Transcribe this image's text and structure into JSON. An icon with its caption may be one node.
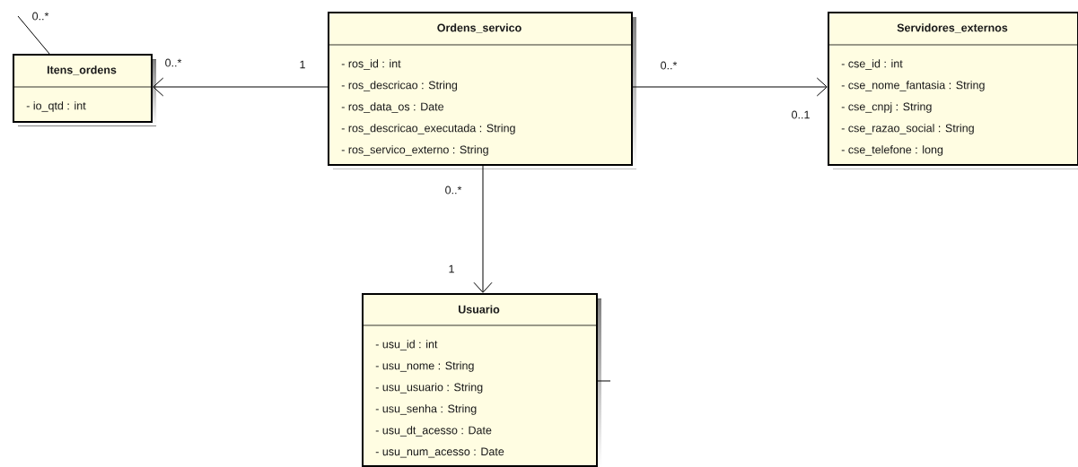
{
  "diagram": {
    "nodes": [
      {
        "text": [
          "Itens_ordens",
          "- io_qtd : int"
        ]
      },
      {
        "text": [
          "Ordens_servico",
          "- ros_id : int",
          "- ros_descricao : String",
          "- ros_data_os : Date",
          "- ros_descricao_executada : String",
          "- ros_servico_externo : String"
        ]
      },
      {
        "text": [
          "Servidores_externos",
          "- cse_id : int",
          "- cse_nome_fantasia : String",
          "- cse_cnpj : String",
          "- cse_razao_social : String",
          "- cse_telefone : long"
        ]
      },
      {
        "text": [
          "Usuario",
          "- usu_id : int",
          "- usu_nome : String",
          "- usu_usuario : String",
          "- usu_senha : String",
          "- usu_dt_acesso : Date",
          "- usu_num_acesso : Date"
        ]
      }
    ],
    "edges": [
      {
        "from": 1,
        "to": 0,
        "arrow": "to"
      },
      {
        "from": 1,
        "to": 2,
        "arrow": "to"
      },
      {
        "from": 1,
        "to": 3,
        "arrow": "to"
      },
      {
        "from": null,
        "to": 0,
        "arrow": "none"
      },
      {
        "from": 3,
        "to": null,
        "arrow": "none"
      }
    ],
    "labels": [
      "0..*",
      "0..*",
      "1",
      "0..*",
      "0..1",
      "0..*",
      "1"
    ]
  }
}
